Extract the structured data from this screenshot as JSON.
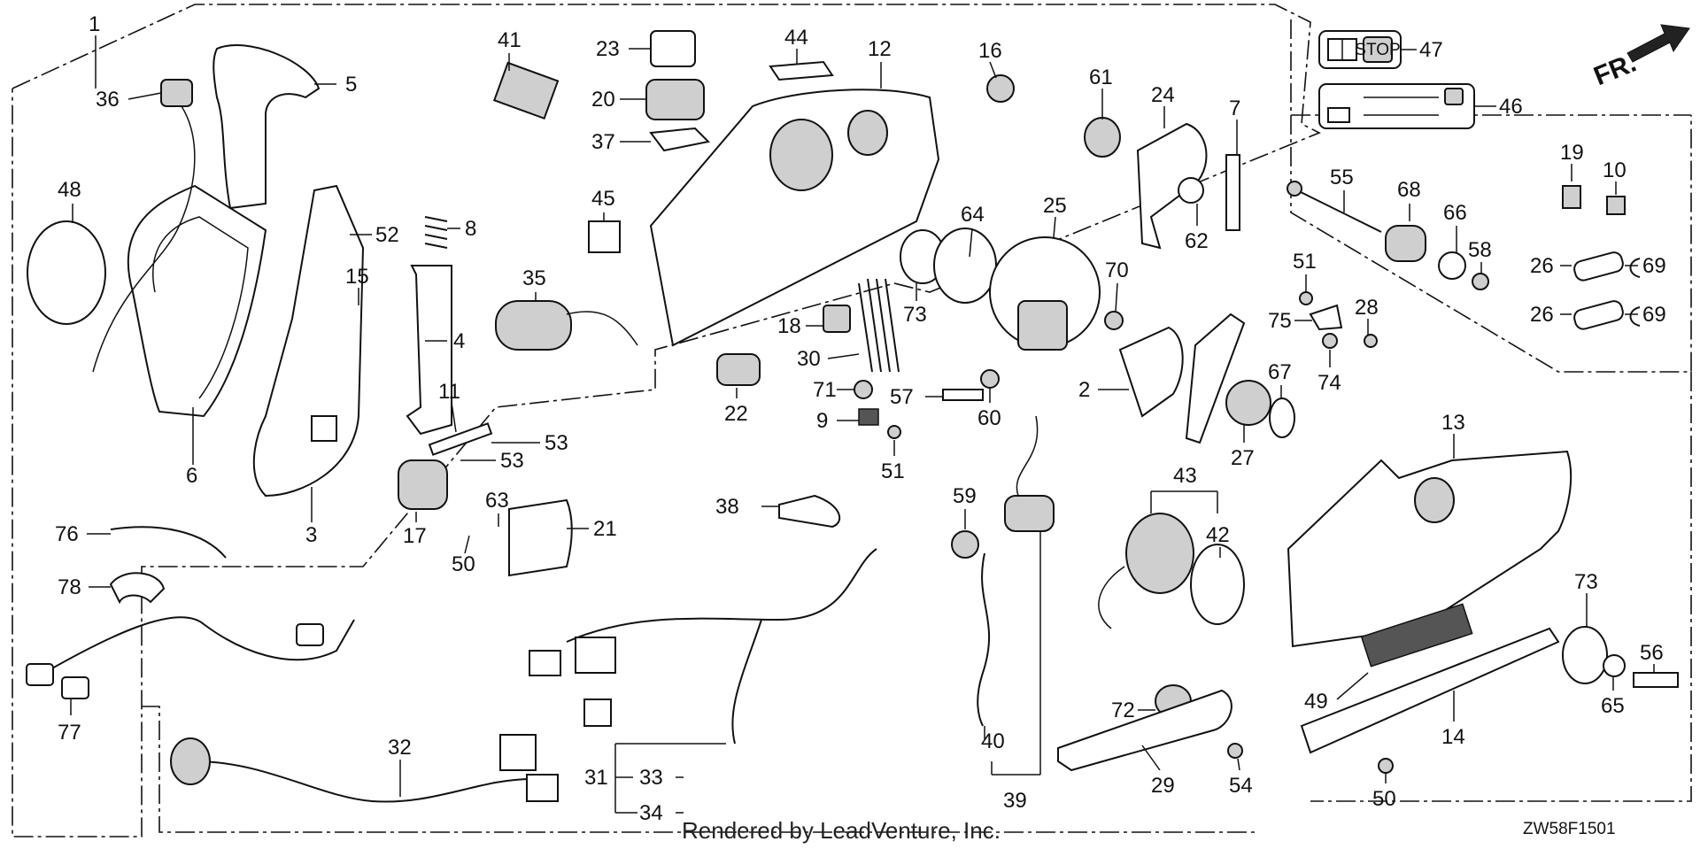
{
  "part_labels": [
    {
      "id": "1",
      "text": "1"
    },
    {
      "id": "2",
      "text": "2"
    },
    {
      "id": "3",
      "text": "3"
    },
    {
      "id": "4",
      "text": "4"
    },
    {
      "id": "5",
      "text": "5"
    },
    {
      "id": "6",
      "text": "6"
    },
    {
      "id": "7",
      "text": "7"
    },
    {
      "id": "8",
      "text": "8"
    },
    {
      "id": "9",
      "text": "9"
    },
    {
      "id": "10",
      "text": "10"
    },
    {
      "id": "11",
      "text": "11"
    },
    {
      "id": "12",
      "text": "12"
    },
    {
      "id": "13",
      "text": "13"
    },
    {
      "id": "14",
      "text": "14"
    },
    {
      "id": "15",
      "text": "15"
    },
    {
      "id": "16",
      "text": "16"
    },
    {
      "id": "17",
      "text": "17"
    },
    {
      "id": "18",
      "text": "18"
    },
    {
      "id": "19",
      "text": "19"
    },
    {
      "id": "20",
      "text": "20"
    },
    {
      "id": "21",
      "text": "21"
    },
    {
      "id": "22",
      "text": "22"
    },
    {
      "id": "23",
      "text": "23"
    },
    {
      "id": "24",
      "text": "24"
    },
    {
      "id": "25",
      "text": "25"
    },
    {
      "id": "26a",
      "text": "26"
    },
    {
      "id": "26b",
      "text": "26"
    },
    {
      "id": "27",
      "text": "27"
    },
    {
      "id": "28",
      "text": "28"
    },
    {
      "id": "29",
      "text": "29"
    },
    {
      "id": "30",
      "text": "30"
    },
    {
      "id": "31",
      "text": "31"
    },
    {
      "id": "32",
      "text": "32"
    },
    {
      "id": "33",
      "text": "33"
    },
    {
      "id": "34",
      "text": "34"
    },
    {
      "id": "35",
      "text": "35"
    },
    {
      "id": "36",
      "text": "36"
    },
    {
      "id": "37",
      "text": "37"
    },
    {
      "id": "38",
      "text": "38"
    },
    {
      "id": "39",
      "text": "39"
    },
    {
      "id": "40",
      "text": "40"
    },
    {
      "id": "41",
      "text": "41"
    },
    {
      "id": "42",
      "text": "42"
    },
    {
      "id": "43",
      "text": "43"
    },
    {
      "id": "44",
      "text": "44"
    },
    {
      "id": "45",
      "text": "45"
    },
    {
      "id": "46",
      "text": "46"
    },
    {
      "id": "47",
      "text": "47"
    },
    {
      "id": "48",
      "text": "48"
    },
    {
      "id": "49",
      "text": "49"
    },
    {
      "id": "50a",
      "text": "50"
    },
    {
      "id": "50b",
      "text": "50"
    },
    {
      "id": "51a",
      "text": "51"
    },
    {
      "id": "51b",
      "text": "51"
    },
    {
      "id": "52",
      "text": "52"
    },
    {
      "id": "53a",
      "text": "53"
    },
    {
      "id": "53b",
      "text": "53"
    },
    {
      "id": "54",
      "text": "54"
    },
    {
      "id": "55",
      "text": "55"
    },
    {
      "id": "56",
      "text": "56"
    },
    {
      "id": "57",
      "text": "57"
    },
    {
      "id": "58",
      "text": "58"
    },
    {
      "id": "59",
      "text": "59"
    },
    {
      "id": "60",
      "text": "60"
    },
    {
      "id": "61",
      "text": "61"
    },
    {
      "id": "62",
      "text": "62"
    },
    {
      "id": "63",
      "text": "63"
    },
    {
      "id": "64",
      "text": "64"
    },
    {
      "id": "65",
      "text": "65"
    },
    {
      "id": "66",
      "text": "66"
    },
    {
      "id": "67",
      "text": "67"
    },
    {
      "id": "68",
      "text": "68"
    },
    {
      "id": "69a",
      "text": "69"
    },
    {
      "id": "69b",
      "text": "69"
    },
    {
      "id": "70",
      "text": "70"
    },
    {
      "id": "71",
      "text": "71"
    },
    {
      "id": "72",
      "text": "72"
    },
    {
      "id": "73a",
      "text": "73"
    },
    {
      "id": "73b",
      "text": "73"
    },
    {
      "id": "74",
      "text": "74"
    },
    {
      "id": "75",
      "text": "75"
    },
    {
      "id": "76",
      "text": "76"
    },
    {
      "id": "77",
      "text": "77"
    },
    {
      "id": "78",
      "text": "78"
    }
  ],
  "direction_marker": "FR.",
  "stop_sticker_text": "STOP",
  "diagram_code": "ZW58F1501",
  "footer": "Rendered by LeadVenture, Inc.",
  "colors": {
    "line": "#111111",
    "background": "#ffffff",
    "shade": "#cfcfcf"
  },
  "icons": [
    "manual-book-icon",
    "stop-sign-icon",
    "forward-arrow-icon"
  ]
}
